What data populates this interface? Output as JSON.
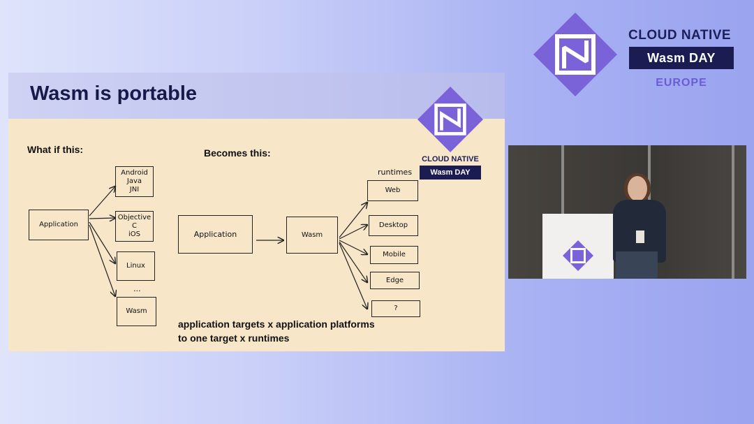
{
  "event": {
    "line1": "CLOUD NATIVE",
    "line2": "Wasm DAY",
    "line3": "EUROPE",
    "colors": {
      "diamond": "#7a63d9",
      "navy": "#1a1c52",
      "accent": "#6b5bd6"
    }
  },
  "slide": {
    "title": "Wasm is portable",
    "logo_line1": "CLOUD NATIVE",
    "logo_line2": "Wasm DAY",
    "left_heading": "What if this:",
    "right_heading": "Becomes this:",
    "left_diagram": {
      "source": "Application",
      "targets": [
        "Android\nJava\nJNI",
        "Objective\nC\niOS",
        "Linux",
        "...",
        "Wasm"
      ]
    },
    "right_diagram": {
      "source": "Application",
      "middle": "Wasm",
      "runtimes_label": "runtimes",
      "runtimes": [
        "Web",
        "Desktop",
        "Mobile",
        "Edge",
        "?"
      ]
    },
    "caption_line1": "application targets x application platforms",
    "caption_line2": "to one target x runtimes"
  },
  "video": {
    "description_icon": "speaker-camera-feed"
  }
}
